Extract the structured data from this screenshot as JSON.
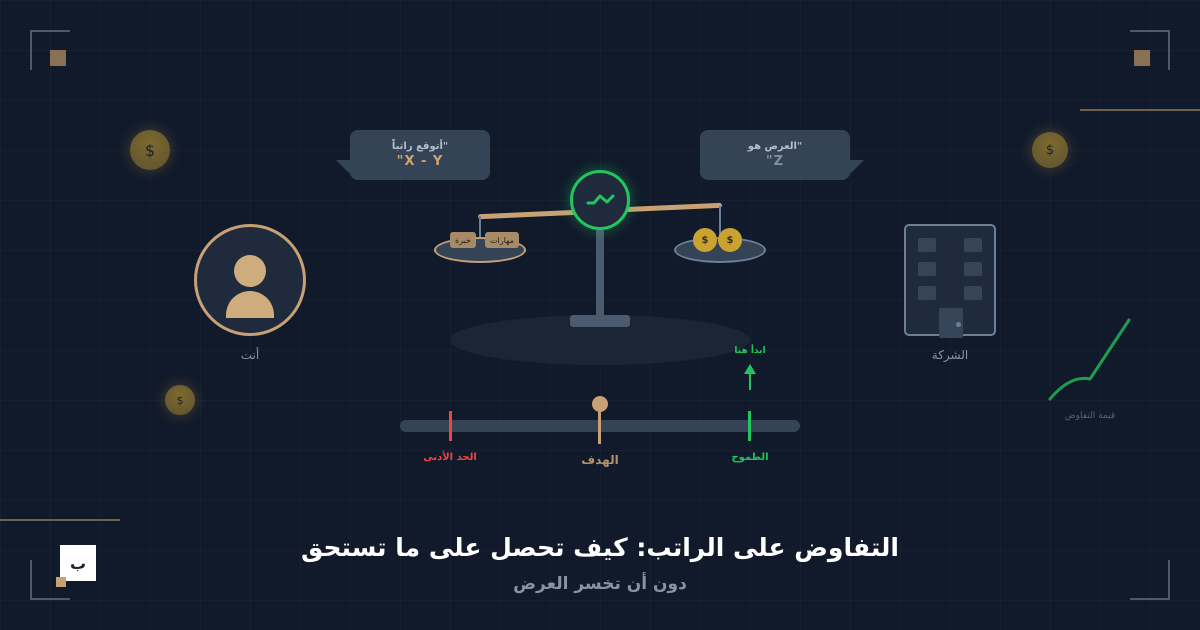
{
  "colors": {
    "background": "#111a2b",
    "accent_gold": "#c7a074",
    "accent_green": "#22c55e",
    "accent_red": "#ef4444",
    "bubble": "#354357",
    "muted_text": "#8793a3"
  },
  "decor": {
    "coin_symbol": "$"
  },
  "bubbles": {
    "left": {
      "line1": "\"أتوقع راتباً",
      "line2": "X - Y\"",
      "line2_color": "#d2a671"
    },
    "right": {
      "line1": "\"العرض هو",
      "line2": "Z\"",
      "line2_color": "#7f8fa4"
    }
  },
  "people": {
    "you_label": "أنت",
    "company_label": "الشركة"
  },
  "scale": {
    "left_pan_tags": [
      "مهارات",
      "خبرة"
    ],
    "right_pan_coins": [
      "$",
      "$"
    ],
    "pivot_icon": "trend-zigzag"
  },
  "range": {
    "start_here": "ابدأ هنا",
    "markers": [
      {
        "label": "الحد الأدنى",
        "color": "#ef4444"
      },
      {
        "label": "الهدف",
        "color": "#c7a074"
      },
      {
        "label": "الطموح",
        "color": "#22c55e"
      }
    ]
  },
  "chart": {
    "label": "قيمة التفاوض"
  },
  "chart_data": {
    "type": "line",
    "title": "قيمة التفاوض",
    "x": [
      0,
      1,
      2,
      3
    ],
    "values": [
      0,
      2,
      2.2,
      8
    ],
    "xlabel": "",
    "ylabel": "",
    "grid": false
  },
  "logo": {
    "glyph": "ب"
  },
  "footer": {
    "title": "التفاوض على الراتب: كيف تحصل على ما تستحق",
    "subtitle": "دون أن تخسر العرض"
  }
}
